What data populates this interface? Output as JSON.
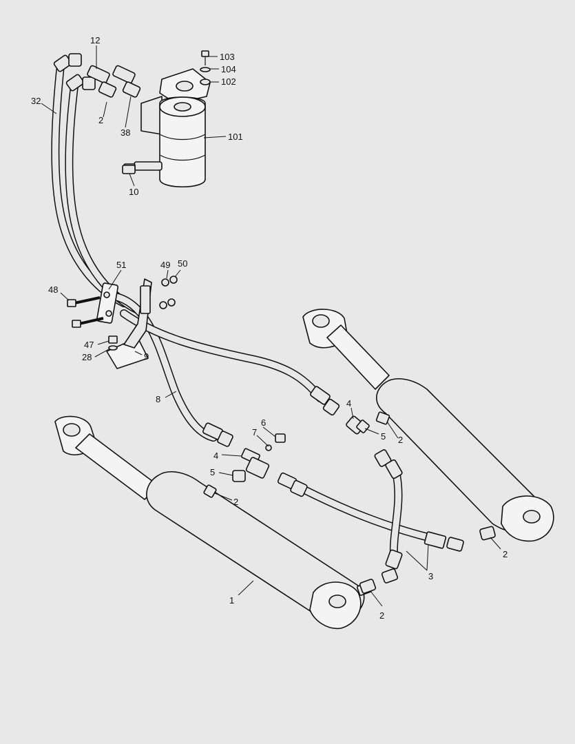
{
  "callouts": {
    "c1": "1",
    "c2a": "2",
    "c2b": "2",
    "c2c": "2",
    "c2d": "2",
    "c2e": "2",
    "c3": "3",
    "c4a": "4",
    "c4b": "4",
    "c5a": "5",
    "c5b": "5",
    "c6": "6",
    "c7": "7",
    "c8": "8",
    "c9": "9",
    "c10": "10",
    "c12": "12",
    "c28": "28",
    "c32": "32",
    "c38": "38",
    "c47": "47",
    "c48": "48",
    "c49": "49",
    "c50": "50",
    "c51": "51",
    "c101": "101",
    "c102": "102",
    "c103": "103",
    "c104": "104"
  }
}
